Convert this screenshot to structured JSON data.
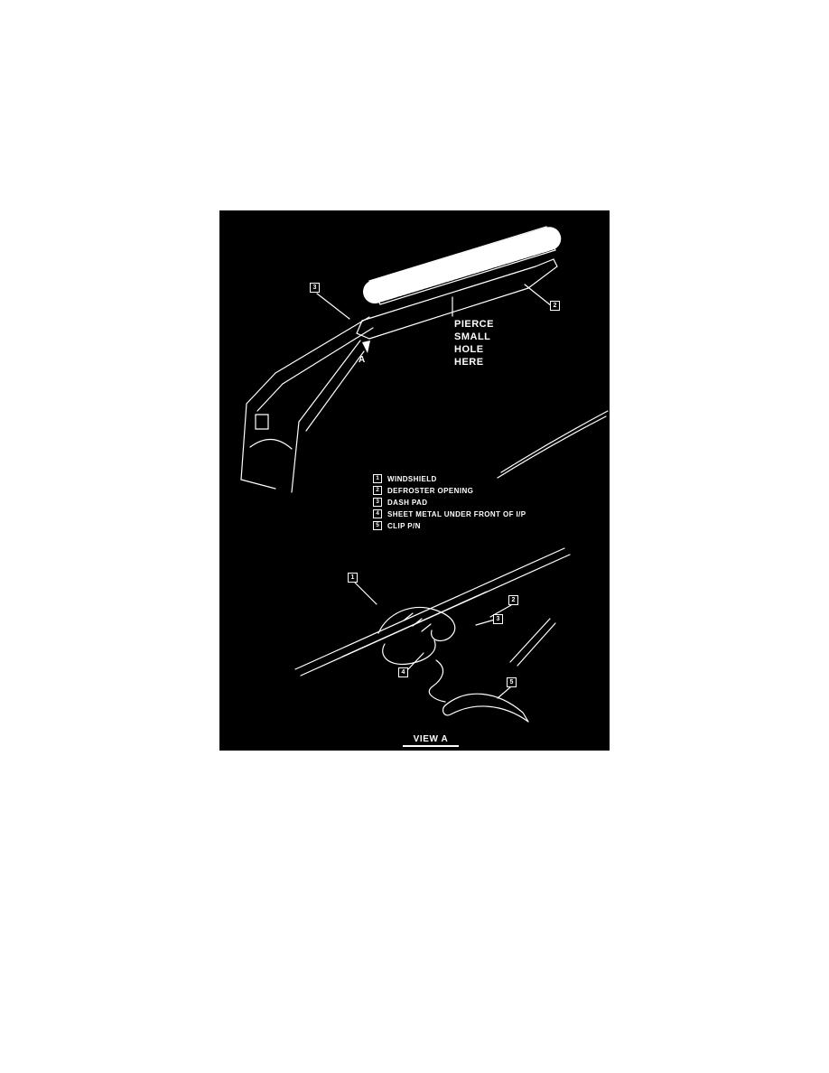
{
  "page": {
    "background": "#ffffff"
  },
  "figure": {
    "background": "#000000",
    "ink": "#ffffff",
    "pierce_note": "PIERCE\nSMALL\nHOLE\nHERE",
    "arrow_label": "A",
    "view_label": "VIEW A",
    "callouts": {
      "top_dash_pad": "3",
      "top_defroster": "2",
      "bottom_windshield": "1",
      "bottom_defroster": "2",
      "bottom_dash_pad": "3",
      "bottom_sheet_metal": "4",
      "bottom_clip": "5"
    },
    "legend": [
      {
        "num": "1",
        "label": "WINDSHIELD"
      },
      {
        "num": "2",
        "label": "DEFROSTER OPENING"
      },
      {
        "num": "3",
        "label": "DASH PAD"
      },
      {
        "num": "4",
        "label": "SHEET METAL UNDER FRONT OF I/P"
      },
      {
        "num": "5",
        "label": "CLIP P/N"
      }
    ]
  }
}
